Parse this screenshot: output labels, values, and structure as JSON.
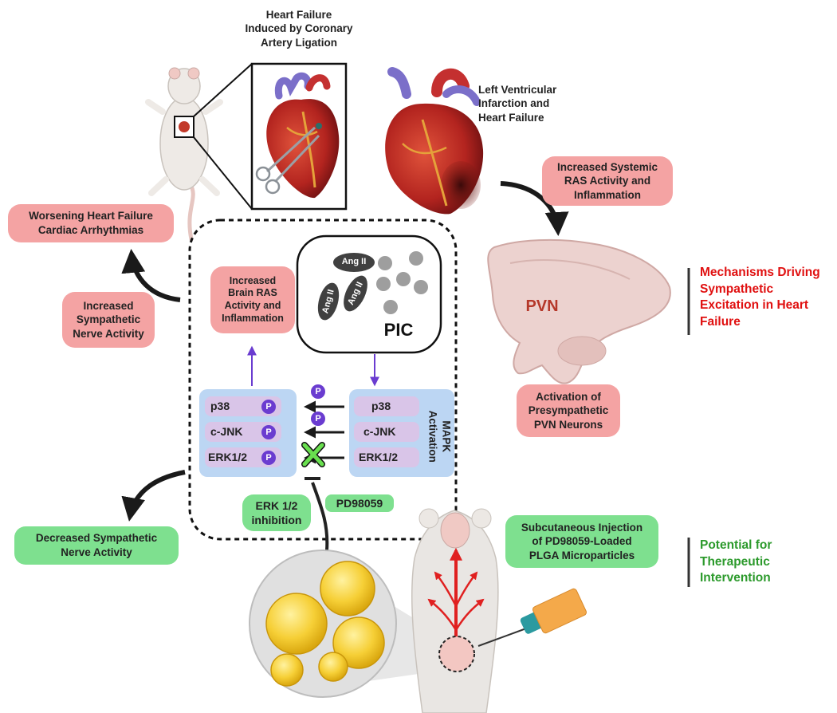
{
  "top_title": "Heart Failure\nInduced by Coronary\nArtery Ligation",
  "lv_label": "Left Ventricular\nInfarction and\nHeart Failure",
  "boxes": {
    "systemic_ras": "Increased Systemic\nRAS Activity and\nInflammation",
    "worsening": "Worsening Heart Failure\nCardiac Arrhythmias",
    "increased_sna": "Increased\nSympathetic\nNerve Activity",
    "brain_ras": "Increased\nBrain RAS\nActivity and\nInflammation",
    "presympathetic": "Activation of\nPresympathetic\nPVN Neurons",
    "decreased_sna": "Decreased Sympathetic\nNerve Activity",
    "erk_inhibition": "ERK 1/2\ninhibition",
    "pd98059": "PD98059",
    "injection": "Subcutaneous Injection\nof PD98059-Loaded\nPLGA Microparticles"
  },
  "pic": {
    "label": "PIC",
    "ang1": "Ang II",
    "ang2": "Ang II",
    "ang3": "Ang II"
  },
  "pvn_label": "PVN",
  "mapk": {
    "label": "MAPK\nActivation",
    "left": [
      "p38",
      "c-JNK",
      "ERK1/2"
    ],
    "right": [
      "p38",
      "c-JNK",
      "ERK1/2"
    ],
    "p_symbol": "P"
  },
  "side_labels": {
    "mechanisms": "Mechanisms Driving\nSympathetic\nExcitation in Heart\nFailure",
    "therapy": "Potential for\nTherapeutic\nIntervention"
  },
  "colors": {
    "red_box": "#f4a3a3",
    "green_box": "#7ee08f",
    "mapk_panel": "#bcd6f3",
    "mapk_cell": "#d9c5e8",
    "phospho": "#6a3cd0",
    "mechanisms_text": "#e01010",
    "therapy_text": "#2c9a2c"
  }
}
